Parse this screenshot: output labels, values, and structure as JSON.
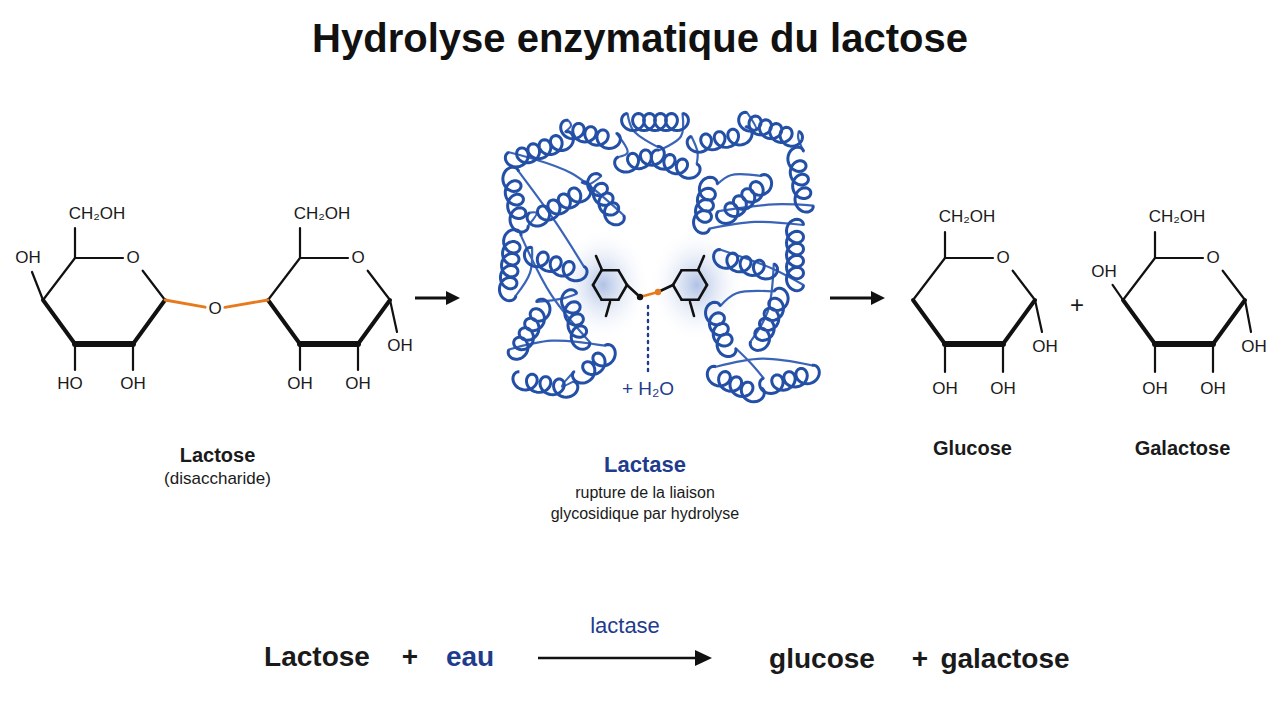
{
  "diagram": {
    "title": "Hydrolyse enzymatique du lactose",
    "nodes": [
      {
        "text": [
          "Lactose",
          "(disaccharide)"
        ]
      },
      {
        "text": [
          "Lactase",
          "rupture de la liaison glycosidique par hydrolyse"
        ]
      },
      {
        "text": [
          "Glucose"
        ]
      },
      {
        "text": [
          "Galactose"
        ]
      }
    ],
    "edges": [
      {
        "from": 0,
        "to": 1,
        "arrow": "to"
      },
      {
        "from": 1,
        "to": 2,
        "arrow": "to"
      }
    ],
    "labels": [
      "CH₂OH",
      "O",
      "OH",
      "HO",
      "OH",
      "O",
      "CH₂OH",
      "O",
      "OH",
      "OH",
      "OH",
      "+ H₂O",
      "CH₂OH",
      "O",
      "OH",
      "OH",
      "OH",
      "+",
      "CH₂OH",
      "OH",
      "O",
      "OH",
      "OH",
      "OH",
      "Lactose",
      "+",
      "eau",
      "lactase",
      "glucose",
      "+",
      "galactose"
    ]
  }
}
